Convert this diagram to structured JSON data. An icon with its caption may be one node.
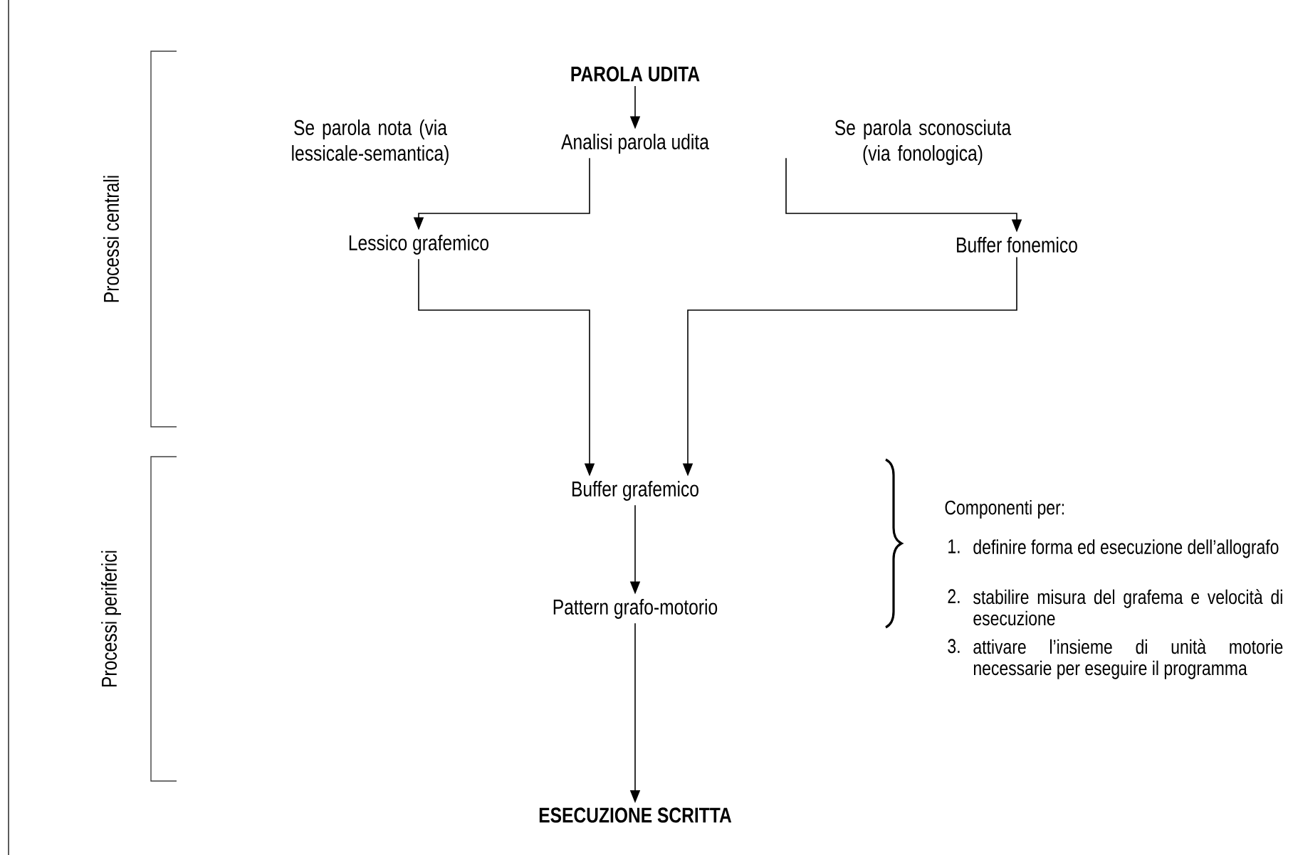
{
  "diagram": {
    "nodes": [
      {
        "text": [
          "PAROLA UDITA"
        ]
      },
      {
        "text": [
          "Analisi parola udita"
        ]
      },
      {
        "text": [
          "Lessico grafemico"
        ]
      },
      {
        "text": [
          "Buffer fonemico"
        ]
      },
      {
        "text": [
          "Buffer grafemico"
        ]
      },
      {
        "text": [
          "Pattern grafo-motorio"
        ]
      },
      {
        "text": [
          "ESECUZIONE SCRITTA"
        ]
      }
    ],
    "edges": [
      {
        "from": 0,
        "to": 1,
        "arrow": "to"
      },
      {
        "from": 1,
        "to": 2,
        "arrow": "to"
      },
      {
        "from": 1,
        "to": 3,
        "arrow": "to"
      },
      {
        "from": 2,
        "to": 4,
        "arrow": "to"
      },
      {
        "from": 3,
        "to": 4,
        "arrow": "to"
      },
      {
        "from": 4,
        "to": 5,
        "arrow": "to"
      },
      {
        "from": 5,
        "to": 6,
        "arrow": "to"
      }
    ],
    "labels": [
      "Processi centrali",
      "Se parola nota (via lessicale-semantica)",
      "Se parola sconosciuta (via fonologica)",
      "Processi periferici",
      "Componenti per:",
      "1.",
      "definire forma ed esecuzione dell’allografo",
      "2.",
      "stabilire misura del grafema e velocità di esecuzione",
      "3.",
      "attivare l’insieme di unità motorie necessarie per eseguire il programma"
    ]
  }
}
